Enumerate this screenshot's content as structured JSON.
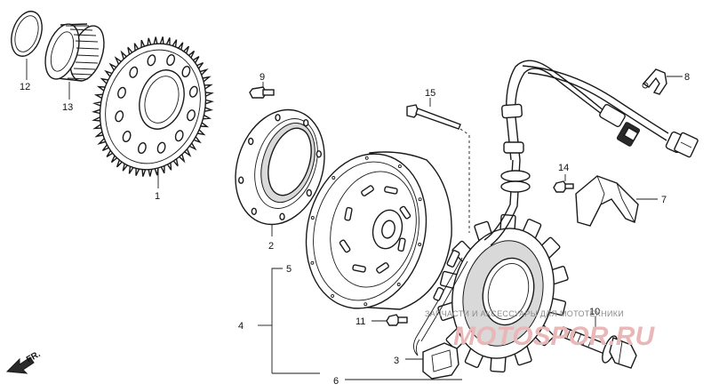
{
  "diagram": {
    "callouts": {
      "c1": "1",
      "c2": "2",
      "c3": "3",
      "c4": "4",
      "c5": "5",
      "c6": "6",
      "c7": "7",
      "c8": "8",
      "c9": "9",
      "c10": "10",
      "c11": "11",
      "c12": "12",
      "c13": "13",
      "c14": "14",
      "c15": "15"
    },
    "direction_label": "FR.",
    "watermark_text": "ЗАПЧАСТИ И АКСЕССУАРЫ ДЛЯ МОТОТЕХНИКИ",
    "watermark_logo": "MOTOSPOR.RU"
  }
}
